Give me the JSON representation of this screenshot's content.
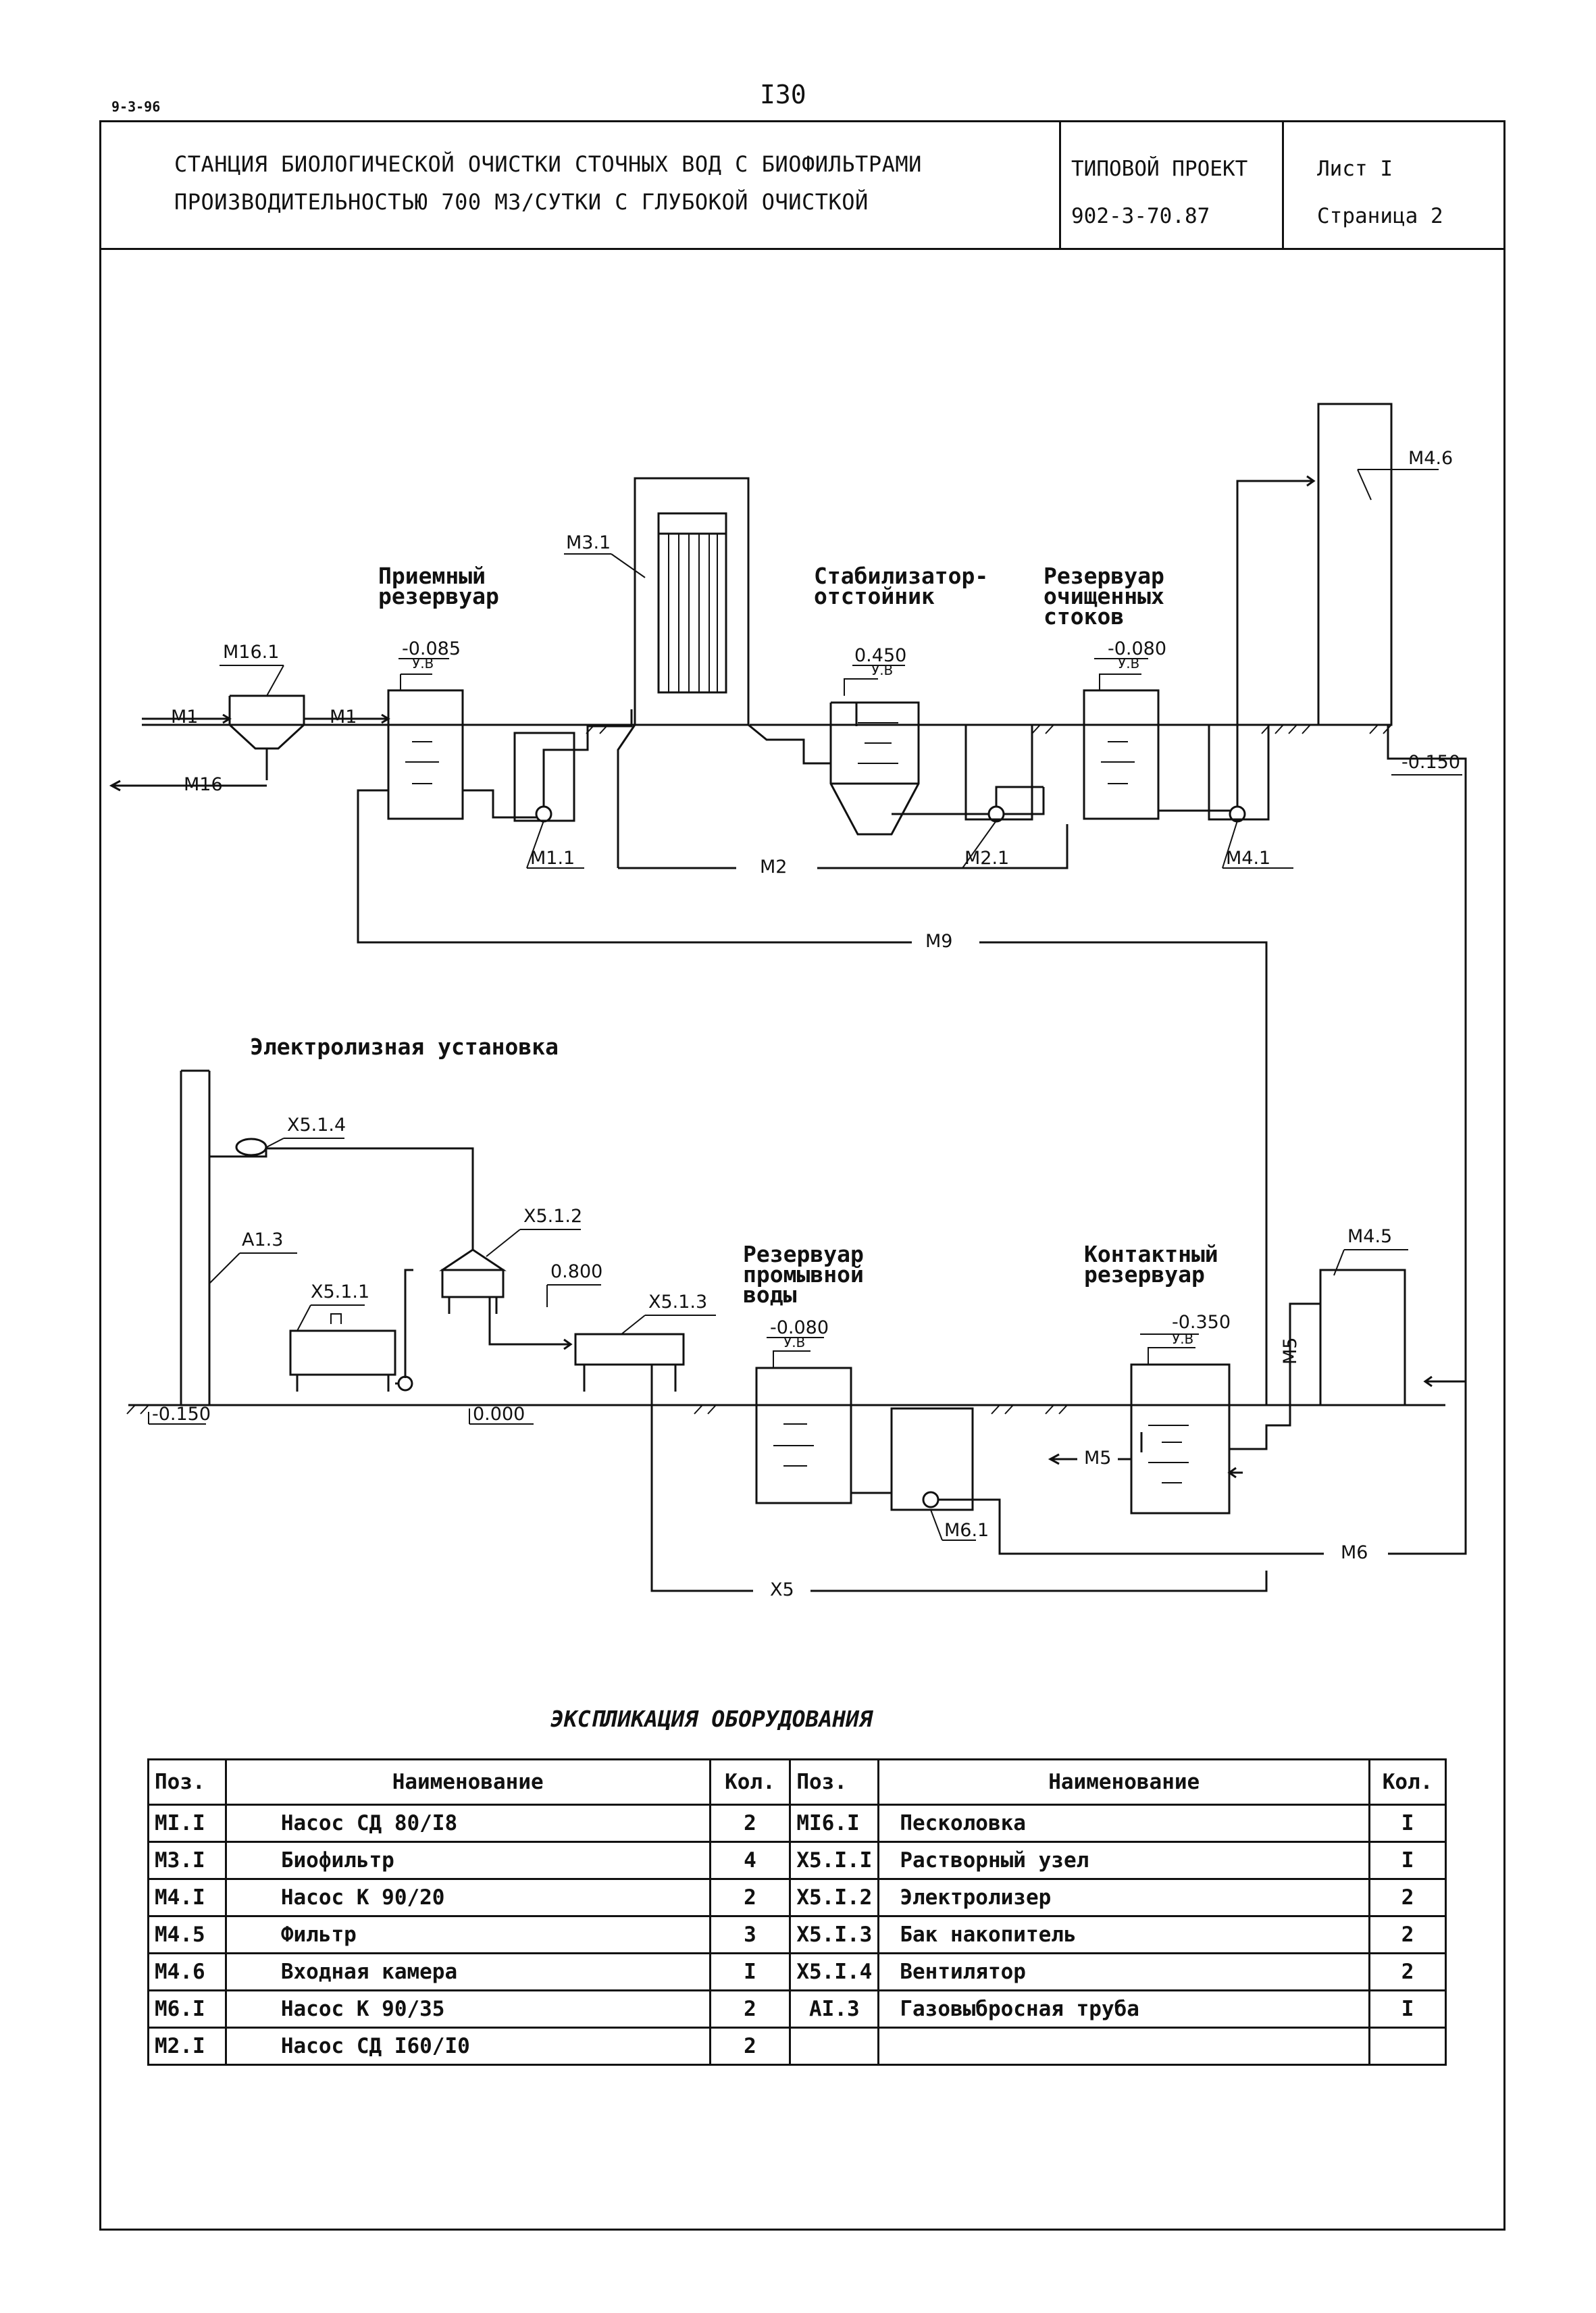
{
  "sheet_code": "9-3-96",
  "page_number": "I30",
  "title_block": {
    "title_line1": "СТАНЦИЯ БИОЛОГИЧЕСКОЙ ОЧИСТКИ СТОЧНЫХ ВОД С БИОФИЛЬТРАМИ",
    "title_line2": "ПРОИЗВОДИТЕЛЬНОСТЬЮ 700 М3/СУТКИ С ГЛУБОКОЙ ОЧИСТКОЙ",
    "project_label": "ТИПОВОЙ ПРОЕКТ",
    "project_number": "902-3-70.87",
    "sheet_label": "Лист I",
    "page_label": "Страница 2"
  },
  "diagram": {
    "captions": {
      "receiving_tank": [
        "Приемный",
        "резервуар"
      ],
      "stabilizer": [
        "Стабилизатор-",
        "отстойник"
      ],
      "clean_tank": [
        "Резервуар",
        "очищенных",
        "стоков"
      ],
      "electrolysis": "Электролизная установка",
      "wash_tank": [
        "Резервуар",
        "промывной",
        "воды"
      ],
      "contact_tank": [
        "Контактный",
        "резервуар"
      ]
    },
    "labels": {
      "m1": "М1",
      "m16": "М16",
      "m16_1": "М16.1",
      "m1_1": "М1.1",
      "m3_1": "М3.1",
      "m2": "М2",
      "m2_1": "М2.1",
      "m4_1": "М4.1",
      "m4_6": "М4.6",
      "m9": "М9",
      "x5_14": "Х5.1.4",
      "x5_12": "Х5.1.2",
      "x5_11": "Х5.1.1",
      "x5_13": "Х5.1.3",
      "a13": "А1.3",
      "x5": "Х5",
      "m4_5": "М4.5",
      "m5": "М5",
      "m6": "М6",
      "m6_1": "М6.1",
      "lvl_rec": "-0.085",
      "lvl_stab": "0.450",
      "lvl_clean": "-0.080",
      "lvl_right": "-0.150",
      "lvl_x512": "0.800",
      "lvl_ground_left": "-0.150",
      "lvl_000": "0.000",
      "lvl_wash": "-0.080",
      "lvl_contact": "-0.350",
      "uv": "У.В"
    }
  },
  "equipment": {
    "title": "ЭКСПЛИКАЦИЯ ОБОРУДОВАНИЯ",
    "headers": {
      "pos": "Поз.",
      "name": "Наименование",
      "qty": "Кол."
    },
    "rows": [
      {
        "pos1": "МI.I",
        "name1": "Насос СД 80/I8",
        "qty1": "2",
        "pos2": "МI6.I",
        "name2": "Песколовка",
        "qty2": "I"
      },
      {
        "pos1": "М3.I",
        "name1": "Биофильтр",
        "qty1": "4",
        "pos2": "Х5.I.I",
        "name2": "Растворный узел",
        "qty2": "I"
      },
      {
        "pos1": "М4.I",
        "name1": "Насос К 90/20",
        "qty1": "2",
        "pos2": "Х5.I.2",
        "name2": "Электролизер",
        "qty2": "2"
      },
      {
        "pos1": "М4.5",
        "name1": "Фильтр",
        "qty1": "3",
        "pos2": "Х5.I.3",
        "name2": "Бак накопитель",
        "qty2": "2"
      },
      {
        "pos1": "М4.6",
        "name1": "Входная камера",
        "qty1": "I",
        "pos2": "Х5.I.4",
        "name2": "Вентилятор",
        "qty2": "2"
      },
      {
        "pos1": "М6.I",
        "name1": "Насос К 90/35",
        "qty1": "2",
        "pos2": "АI.3",
        "name2": "Газовыбросная труба",
        "qty2": "I"
      },
      {
        "pos1": "М2.I",
        "name1": "Насос СД I60/I0",
        "qty1": "2",
        "pos2": "",
        "name2": "",
        "qty2": ""
      }
    ]
  }
}
